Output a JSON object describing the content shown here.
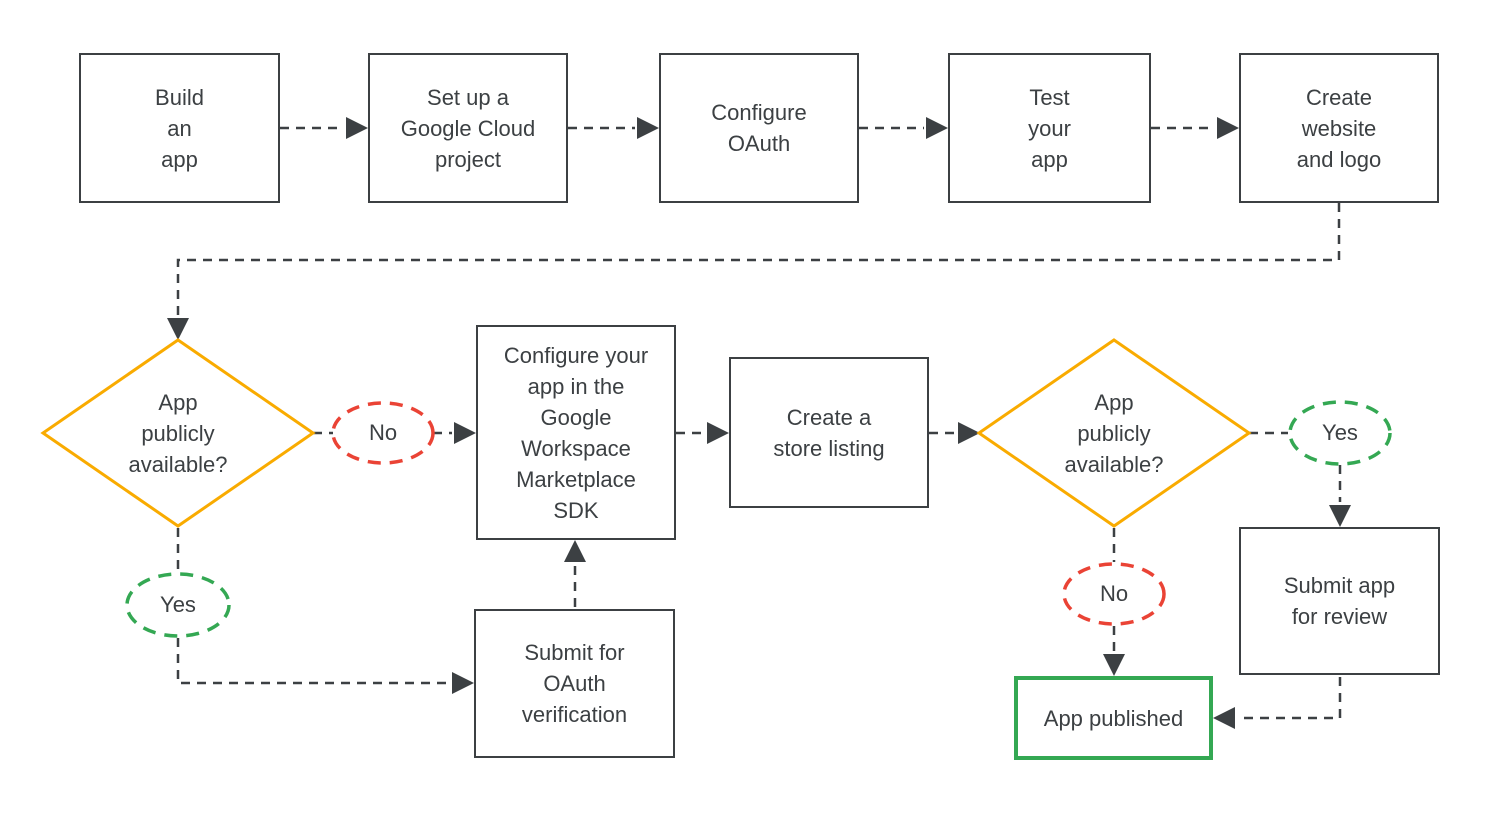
{
  "diagram": {
    "type": "flowchart",
    "topic": "Publish an app to the Google Workspace Marketplace",
    "colors": {
      "ink": "#3C4043",
      "decision_outline": "#F9AB00",
      "no_outline": "#EA4335",
      "yes_outline": "#34A853",
      "published_outline": "#34A853",
      "background": "#FFFFFF"
    },
    "nodes": {
      "build_app": {
        "shape": "rect",
        "label": "Build\nan\napp"
      },
      "setup_project": {
        "shape": "rect",
        "label": "Set up a\nGoogle Cloud\nproject"
      },
      "configure_oauth": {
        "shape": "rect",
        "label": "Configure\nOAuth"
      },
      "test_app": {
        "shape": "rect",
        "label": "Test\nyour\napp"
      },
      "create_website": {
        "shape": "rect",
        "label": "Create\nwebsite\nand logo"
      },
      "decision_public_1": {
        "shape": "diamond",
        "label": "App\npublicly\navailable?"
      },
      "no_1": {
        "shape": "ellipse",
        "label": "No",
        "color": "#EA4335"
      },
      "yes_1": {
        "shape": "ellipse",
        "label": "Yes",
        "color": "#34A853"
      },
      "configure_sdk": {
        "shape": "rect",
        "label": "Configure your\napp in the\nGoogle\nWorkspace\nMarketplace\nSDK"
      },
      "store_listing": {
        "shape": "rect",
        "label": "Create a\nstore listing"
      },
      "decision_public_2": {
        "shape": "diamond",
        "label": "App\npublicly\navailable?"
      },
      "yes_2": {
        "shape": "ellipse",
        "label": "Yes",
        "color": "#34A853"
      },
      "no_2": {
        "shape": "ellipse",
        "label": "No",
        "color": "#EA4335"
      },
      "submit_oauth": {
        "shape": "rect",
        "label": "Submit for\nOAuth\nverification"
      },
      "submit_review": {
        "shape": "rect",
        "label": "Submit app\nfor review"
      },
      "app_published": {
        "shape": "rect-green",
        "label": "App published"
      }
    },
    "edges": [
      {
        "from": "build_app",
        "to": "setup_project"
      },
      {
        "from": "setup_project",
        "to": "configure_oauth"
      },
      {
        "from": "configure_oauth",
        "to": "test_app"
      },
      {
        "from": "test_app",
        "to": "create_website"
      },
      {
        "from": "create_website",
        "to": "decision_public_1"
      },
      {
        "from": "decision_public_1",
        "to": "configure_sdk",
        "label": "No"
      },
      {
        "from": "decision_public_1",
        "to": "submit_oauth",
        "label": "Yes"
      },
      {
        "from": "submit_oauth",
        "to": "configure_sdk"
      },
      {
        "from": "configure_sdk",
        "to": "store_listing"
      },
      {
        "from": "store_listing",
        "to": "decision_public_2"
      },
      {
        "from": "decision_public_2",
        "to": "submit_review",
        "label": "Yes"
      },
      {
        "from": "decision_public_2",
        "to": "app_published",
        "label": "No"
      },
      {
        "from": "submit_review",
        "to": "app_published"
      }
    ]
  }
}
